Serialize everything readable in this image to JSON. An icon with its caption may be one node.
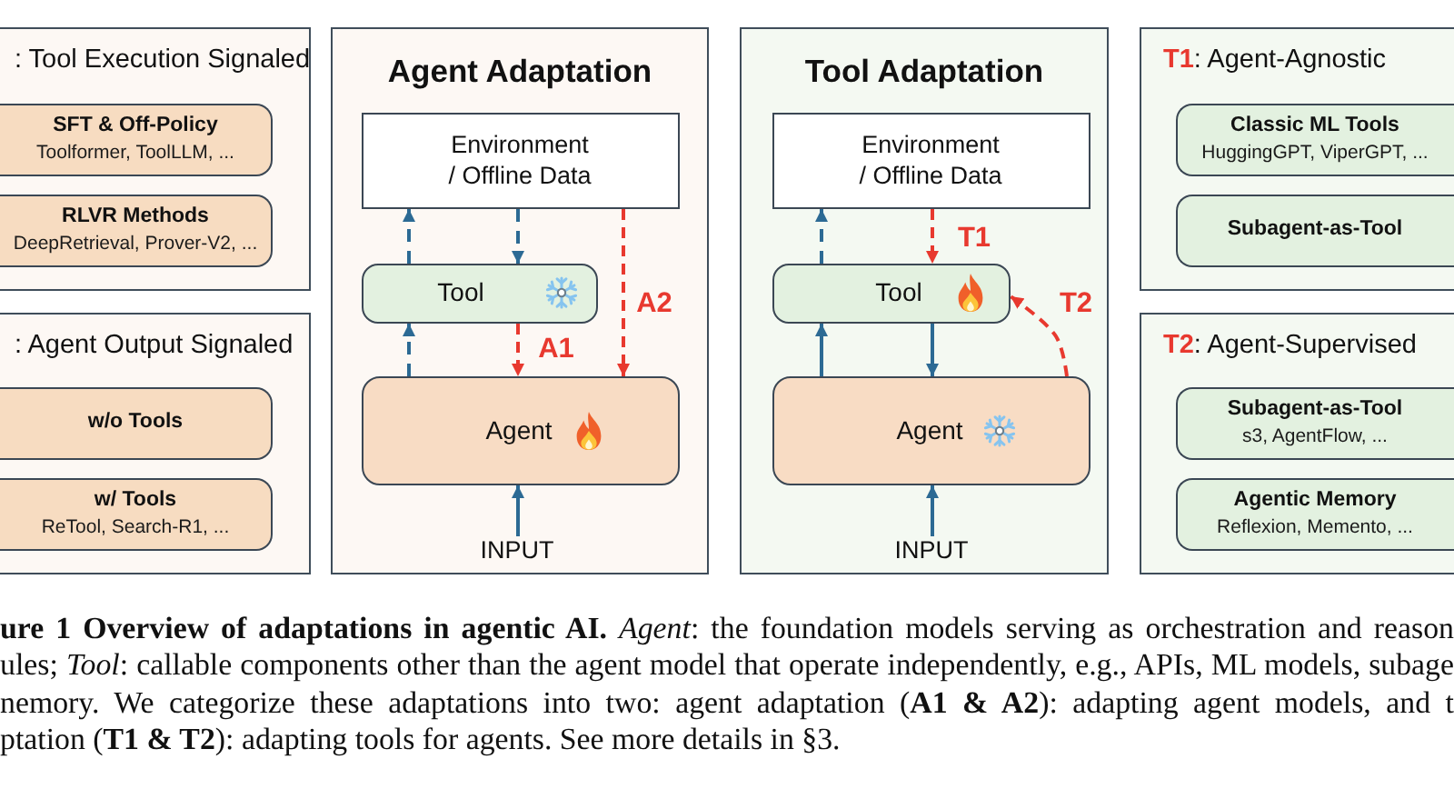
{
  "diagram": {
    "caption": "**ure 1 Overview of adaptations in agentic AI.** *Agent*: the foundation models serving as orchestration and reason ules; *Tool*: callable components other than the agent model that operate independently, e.g., APIs, ML models, subage nemory. We categorize these adaptations into two: agent adaptation (**A1 & A2**): adapting agent models, and t ptation (**T1 & T2**): adapting tools for agents. See more details in §3.",
    "nodes": [
      {
        "text": [
          ": Tool Execution Signaled"
        ]
      },
      {
        "text": [
          "SFT & Off-Policy",
          "Toolformer, ToolLLM, ..."
        ],
        "in": 0
      },
      {
        "text": [
          "RLVR Methods",
          "DeepRetrieval, Prover-V2, ..."
        ],
        "in": 0
      },
      {
        "text": [
          ": Agent Output Signaled"
        ]
      },
      {
        "text": [
          "w/o Tools"
        ],
        "in": 3
      },
      {
        "text": [
          "w/ Tools",
          "ReTool, Search-R1, ..."
        ],
        "in": 3
      },
      {
        "text": [
          "Agent Adaptation"
        ]
      },
      {
        "text": [
          "Environment / Offline Data"
        ],
        "in": 6
      },
      {
        "text": [
          "Tool"
        ],
        "in": 6
      },
      {
        "text": [
          "Agent"
        ],
        "in": 6
      },
      {
        "text": [
          "INPUT"
        ],
        "in": 6
      },
      {
        "text": [
          "Tool Adaptation"
        ]
      },
      {
        "text": [
          "Environment / Offline Data"
        ],
        "in": 11
      },
      {
        "text": [
          "Tool"
        ],
        "in": 11
      },
      {
        "text": [
          "Agent"
        ],
        "in": 11
      },
      {
        "text": [
          "INPUT"
        ],
        "in": 11
      },
      {
        "text": [
          "**T1**: Agent-Agnostic"
        ]
      },
      {
        "text": [
          "Classic ML Tools",
          "HuggingGPT, ViperGPT, ..."
        ],
        "in": 16
      },
      {
        "text": [
          "Subagent-as-Tool"
        ],
        "in": 16
      },
      {
        "text": [
          "**T2**: Agent-Supervised"
        ]
      },
      {
        "text": [
          "Subagent-as-Tool",
          "s3, AgentFlow, ..."
        ],
        "in": 19
      },
      {
        "text": [
          "Agentic Memory",
          "Reflexion, Memento, ..."
        ],
        "in": 19
      }
    ],
    "edges": [
      {
        "from": 9,
        "to": 8,
        "arrow": "to",
        "style": "dashed"
      },
      {
        "from": 8,
        "to": 7,
        "arrow": "to",
        "style": "dashed"
      },
      {
        "from": 7,
        "to": 8,
        "arrow": "to",
        "style": "dashed"
      },
      {
        "from": 8,
        "to": 9,
        "arrow": "to",
        "style": "dashed",
        "color": "#e8392f",
        "label": "A1"
      },
      {
        "from": 7,
        "to": 9,
        "arrow": "to",
        "style": "dashed",
        "color": "#e8392f",
        "label": "A2"
      },
      {
        "from": 10,
        "to": 9,
        "arrow": "to"
      },
      {
        "from": 13,
        "to": 12,
        "arrow": "to",
        "style": "dashed"
      },
      {
        "from": 12,
        "to": 13,
        "arrow": "to",
        "style": "dashed",
        "color": "#e8392f",
        "label": "T1"
      },
      {
        "from": 14,
        "to": 13,
        "arrow": "to"
      },
      {
        "from": 13,
        "to": 14,
        "arrow": "to"
      },
      {
        "from": 14,
        "to": 13,
        "arrow": "to",
        "style": "dashed",
        "color": "#e8392f",
        "label": "T2"
      },
      {
        "from": 15,
        "to": 14,
        "arrow": "to"
      }
    ]
  }
}
